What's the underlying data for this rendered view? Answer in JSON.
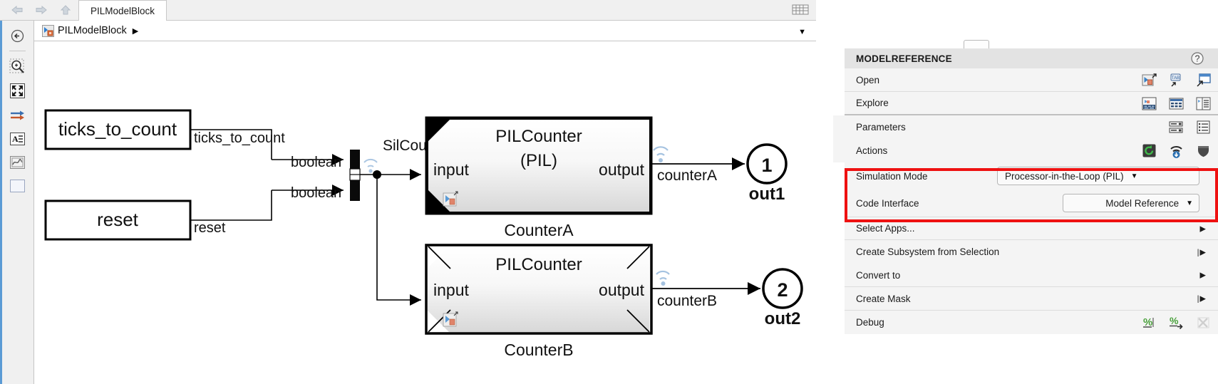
{
  "editor": {
    "tab_label": "PILModelBlock",
    "nav": {
      "back": "back-arrow",
      "forward": "forward-arrow",
      "up": "up-arrow",
      "grid": "grid-icon"
    },
    "breadcrumb": {
      "model_icon": "model-block-icon",
      "text": "PILModelBlock",
      "separator": "▶",
      "caret": "▼"
    },
    "palette": [
      {
        "name": "back-to-parent-icon"
      },
      {
        "name": "zoom-in-icon"
      },
      {
        "name": "fit-to-view-icon"
      },
      {
        "name": "signal-lines-icon"
      },
      {
        "name": "annotation-icon"
      },
      {
        "name": "scope-icon"
      },
      {
        "name": "blank-block-icon"
      }
    ]
  },
  "diagram": {
    "blocks": {
      "ticks_to_count": "ticks_to_count",
      "reset": "reset",
      "counterA_title": "PILCounter",
      "counterA_subtitle": "(PIL)",
      "counterA_name": "CounterA",
      "counterB_title": "PILCounter",
      "counterB_name": "CounterB",
      "port_input": "input",
      "port_output": "output"
    },
    "signal_labels": {
      "ticks_to_count": "ticks_to_count",
      "reset": "reset",
      "boolean_top": "boolean",
      "boolean_bottom": "boolean",
      "silcount": "SilCount",
      "counterA": "counterA",
      "counterB": "counterB"
    },
    "outports": {
      "out1_number": "1",
      "out1_label": "out1",
      "out2_number": "2",
      "out2_label": "out2"
    }
  },
  "panel": {
    "title": "MODELREFERENCE",
    "help_icon": "help-question-icon",
    "rows": [
      {
        "label": "Open",
        "icons": [
          "open-model-icon",
          "open-tab-icon",
          "open-new-window-icon"
        ]
      },
      {
        "label": "Explore",
        "icons": [
          "explore-model-icon",
          "explore-table-icon",
          "explore-list-icon"
        ]
      },
      {
        "label": "Parameters",
        "icons": [
          "block-parameters-icon",
          "model-properties-icon"
        ]
      },
      {
        "label": "Actions",
        "icons": [
          "refresh-icon",
          "deploy-icon",
          "shield-icon"
        ]
      }
    ],
    "simulation_mode": {
      "label": "Simulation Mode",
      "value": "Processor-in-the-Loop (PIL)",
      "caret": "▼"
    },
    "code_interface": {
      "label": "Code Interface",
      "value": "Model Reference",
      "caret": "▼"
    },
    "menu_items": [
      {
        "label": "Select Apps...",
        "arrow": "▶",
        "divider": false
      },
      {
        "label": "Create Subsystem from Selection",
        "arrow": "|▶",
        "divider": true
      },
      {
        "label": "Convert to",
        "arrow": "▶",
        "divider": false
      },
      {
        "label": "Create Mask",
        "arrow": "|▶",
        "divider": false
      }
    ],
    "debug": {
      "label": "Debug",
      "icons": [
        "breakpoint-percent-icon",
        "step-percent-icon",
        "clear-breakpoints-icon"
      ]
    },
    "highlight_color": "#ee1111"
  }
}
